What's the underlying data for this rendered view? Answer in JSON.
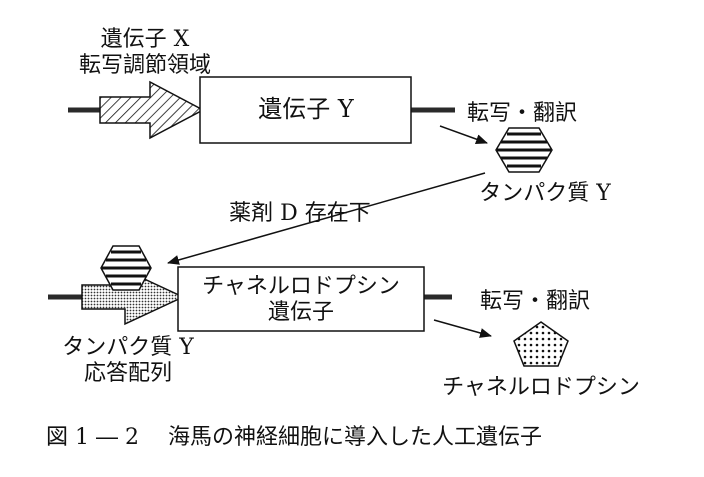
{
  "labels": {
    "gene_x_line1": "遺伝子 X",
    "gene_x_line2": "転写調節領域",
    "gene_y": "遺伝子 Y",
    "tt_top": "転写・翻訳",
    "protein_y": "タンパク質 Y",
    "drug": "薬剤 D 存在下",
    "chr_line1": "チャネルロドプシン",
    "chr_line2": "遺伝子",
    "tt_bottom": "転写・翻訳",
    "resp_line1": "タンパク質 Y",
    "resp_line2": "応答配列",
    "chr_protein": "チャネルロドプシン"
  },
  "caption": "図 1 ― 2　 海馬の神経細胞に導入した人工遺伝子",
  "colors": {
    "ink": "#111111",
    "paper": "#ffffff",
    "dna": "#2a2a2a"
  }
}
